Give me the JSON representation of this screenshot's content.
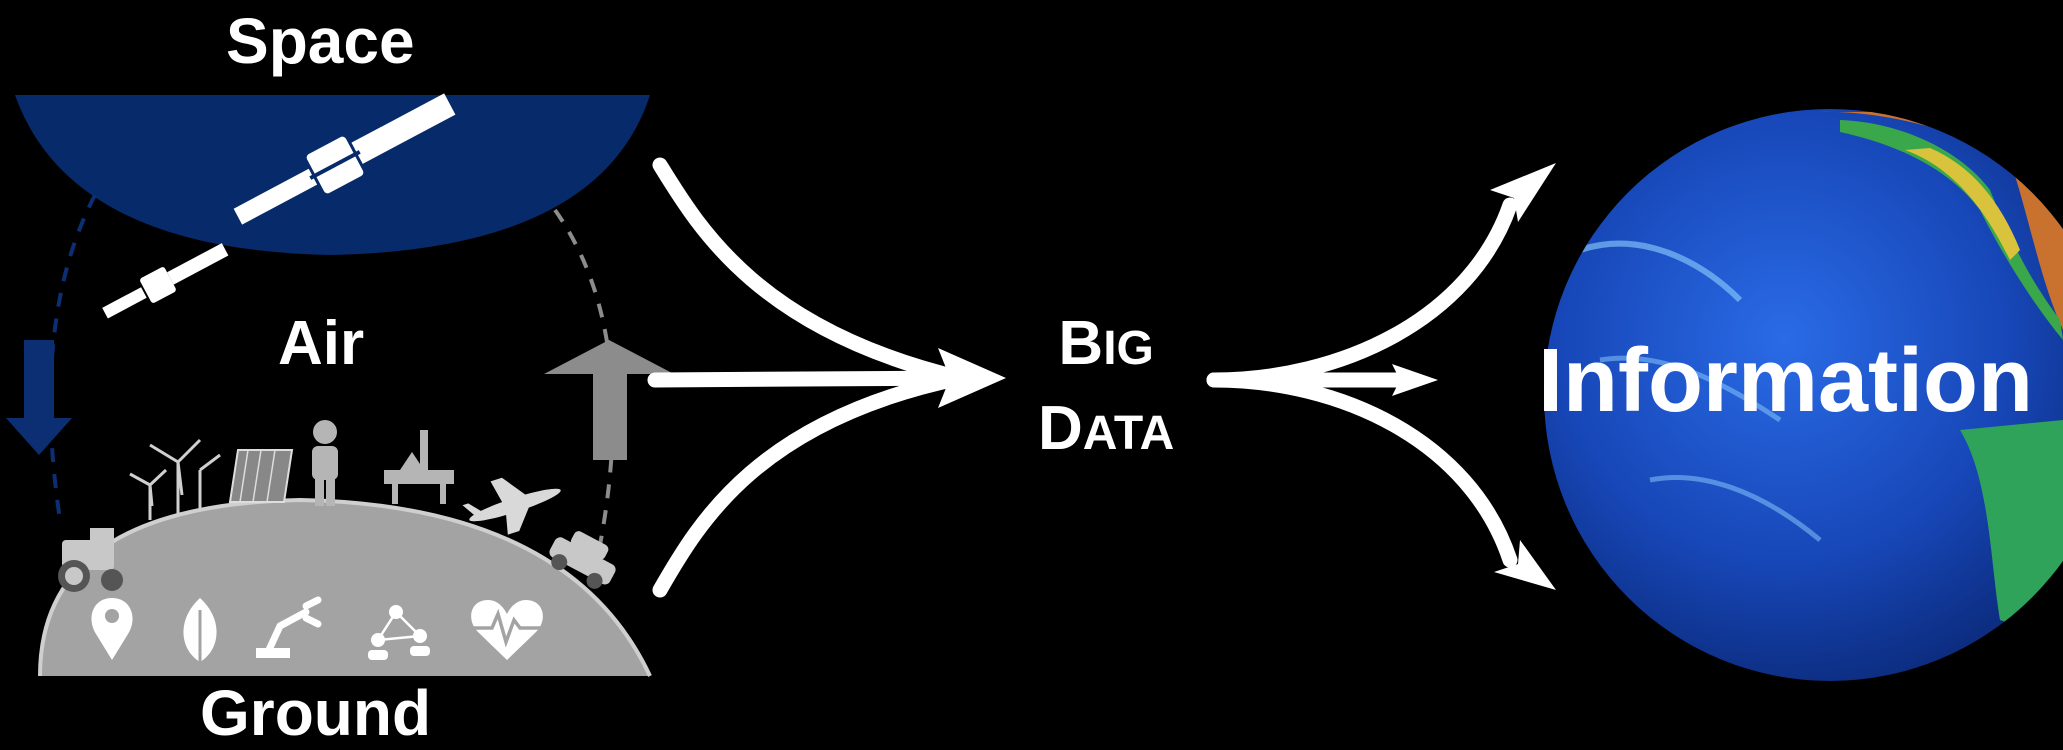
{
  "labels": {
    "space": "Space",
    "air": "Air",
    "ground": "Ground",
    "big_first": "B",
    "big_rest": "IG",
    "data_first": "D",
    "data_rest": "ATA",
    "information": "Information"
  },
  "colors": {
    "background": "#000000",
    "space_dome": "#062a6a",
    "ground_dome": "#a3a3a3",
    "arrow_down": "#0c2f73",
    "arrow_up": "#8c8c8c",
    "arrows": "#ffffff",
    "ocean": "#1f5bd6",
    "land": "#c9712e"
  },
  "icons": [
    "satellite-icon",
    "arrow-down-icon",
    "arrow-up-icon",
    "tractor-icon",
    "wind-turbine-icon",
    "solar-panel-icon",
    "person-icon",
    "oil-rig-icon",
    "airplane-icon",
    "car-icon",
    "location-pin-icon",
    "leaf-icon",
    "robot-arm-icon",
    "network-people-icon",
    "heart-pulse-icon",
    "globe-icon"
  ]
}
